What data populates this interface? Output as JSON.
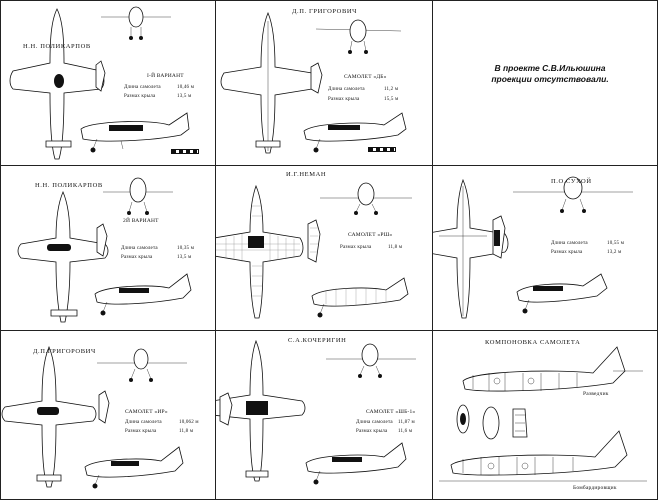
{
  "panels": [
    {
      "id": "p1",
      "designer": "Н.Н. ПОЛИКАРПОВ",
      "variant": "I-Й ВАРИАНТ",
      "spec_rows": [
        {
          "label": "Длина самолета",
          "value": "10,46 м"
        },
        {
          "label": "Размах крыла",
          "value": "13,5 м"
        }
      ]
    },
    {
      "id": "p2",
      "designer": "Д.П. ГРИГОРОВИЧ",
      "variant": "САМОЛЕТ «ДБ»",
      "spec_rows": [
        {
          "label": "Длина самолета",
          "value": "11,2 м"
        },
        {
          "label": "Размах крыла",
          "value": "15,5 м"
        }
      ]
    },
    {
      "id": "p3",
      "note": "В проекте С.В.Ильюшина проекции отсутствовали."
    },
    {
      "id": "p4",
      "designer": "Н.Н. ПОЛИКАРПОВ",
      "variant": "2Й ВАРИАНТ",
      "spec_rows": [
        {
          "label": "Длина самолета",
          "value": "10,35 м"
        },
        {
          "label": "Размах крыла",
          "value": "13,5 м"
        }
      ]
    },
    {
      "id": "p5",
      "designer": "И.Г.НЕМАН",
      "variant": "САМОЛЕТ «РШ»",
      "spec_rows": [
        {
          "label": "Размах крыла",
          "value": "11,8 м"
        }
      ]
    },
    {
      "id": "p6",
      "designer": "П.О.СУХОЙ",
      "spec_rows": [
        {
          "label": "Длина самолета",
          "value": "10,55 м"
        },
        {
          "label": "Размах крыла",
          "value": "13,2 м"
        }
      ]
    },
    {
      "id": "p7",
      "designer": "Д.П.ГРИГОРОВИЧ",
      "variant": "САМОЛЕТ «ИР»",
      "spec_rows": [
        {
          "label": "Длина самолета",
          "value": "10,062 м"
        },
        {
          "label": "Размах крыла",
          "value": "11,8 м"
        }
      ]
    },
    {
      "id": "p8",
      "designer": "С.А.КОЧЕРИГИН",
      "variant": "САМОЛЕТ «ШБ-1»",
      "spec_rows": [
        {
          "label": "Длина самолета",
          "value": "11,87 м"
        },
        {
          "label": "Размах крыла",
          "value": "11,6 м"
        }
      ]
    },
    {
      "id": "p9",
      "designer": "КОМПОНОВКА САМОЛЕТА",
      "captions": [
        "Разведчик",
        "Бомбардировщик"
      ]
    }
  ]
}
